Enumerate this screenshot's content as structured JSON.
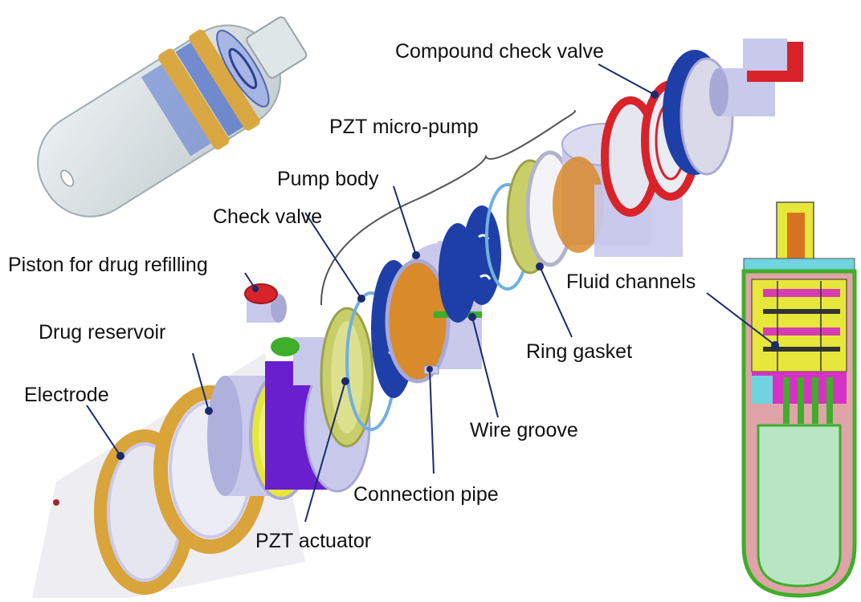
{
  "labels": {
    "compound_check_valve": "Compound check valve",
    "pzt_micro_pump": "PZT micro-pump",
    "pump_body": "Pump body",
    "check_valve": "Check valve",
    "piston_for_drug_refilling": "Piston for drug refilling",
    "drug_reservoir": "Drug reservoir",
    "electrode": "Electrode",
    "fluid_channels": "Fluid channels",
    "ring_gasket": "Ring gasket",
    "wire_groove": "Wire groove",
    "connection_pipe": "Connection pipe",
    "pzt_actuator": "PZT actuator"
  },
  "colors": {
    "lavender": "#c9c9ec",
    "lavender_dark": "#a9a9d6",
    "gold": "#d9a43a",
    "blue": "#1f3fa8",
    "red": "#d8232a",
    "olive": "#c8cf6a",
    "purple": "#6a1fcf",
    "green": "#3fae2a",
    "orange": "#d98a2a",
    "magenta": "#d41ec9",
    "pink": "#e0a3a8",
    "cyan": "#6fd3e0",
    "mint": "#b8e6c4",
    "yellow": "#e7e63a",
    "leader": "#1a2a70"
  }
}
